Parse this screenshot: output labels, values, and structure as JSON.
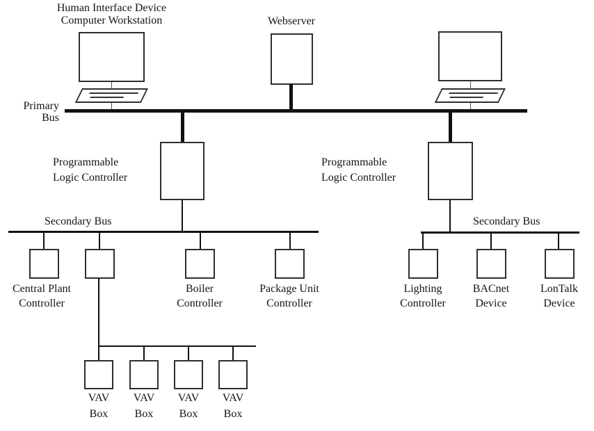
{
  "diagram": {
    "workstation": {
      "label": [
        "Human Interface Device",
        "Computer Workstation"
      ]
    },
    "webserver": {
      "label": "Webserver"
    },
    "primary_bus": {
      "label": [
        "Primary",
        "Bus"
      ]
    },
    "plc_left": {
      "label": [
        "Programmable",
        "Logic Controller"
      ]
    },
    "plc_right": {
      "label": [
        "Programmable",
        "Logic Controller"
      ]
    },
    "secondary_bus_left": {
      "label": "Secondary Bus"
    },
    "secondary_bus_right": {
      "label": "Secondary Bus"
    },
    "devices_left": [
      {
        "id": "central-plant-controller",
        "label": [
          "Central Plant",
          "Controller"
        ]
      },
      {
        "id": "vav-junction-box",
        "label": [
          "",
          ""
        ]
      },
      {
        "id": "boiler-controller",
        "label": [
          "Boiler",
          "Controller"
        ]
      },
      {
        "id": "package-unit-controller",
        "label": [
          "Package Unit",
          "Controller"
        ]
      }
    ],
    "devices_right": [
      {
        "id": "lighting-controller",
        "label": [
          "Lighting",
          "Controller"
        ]
      },
      {
        "id": "bacnet-device",
        "label": [
          "BACnet",
          "Device"
        ]
      },
      {
        "id": "lontalk-device",
        "label": [
          "LonTalk",
          "Device"
        ]
      }
    ],
    "vav_box": {
      "label": [
        "VAV",
        "Box"
      ],
      "count": 4
    },
    "colors": {
      "line": "#111111",
      "box_border": "#2e2e2e",
      "text": "#141414",
      "background": "#ffffff"
    }
  }
}
